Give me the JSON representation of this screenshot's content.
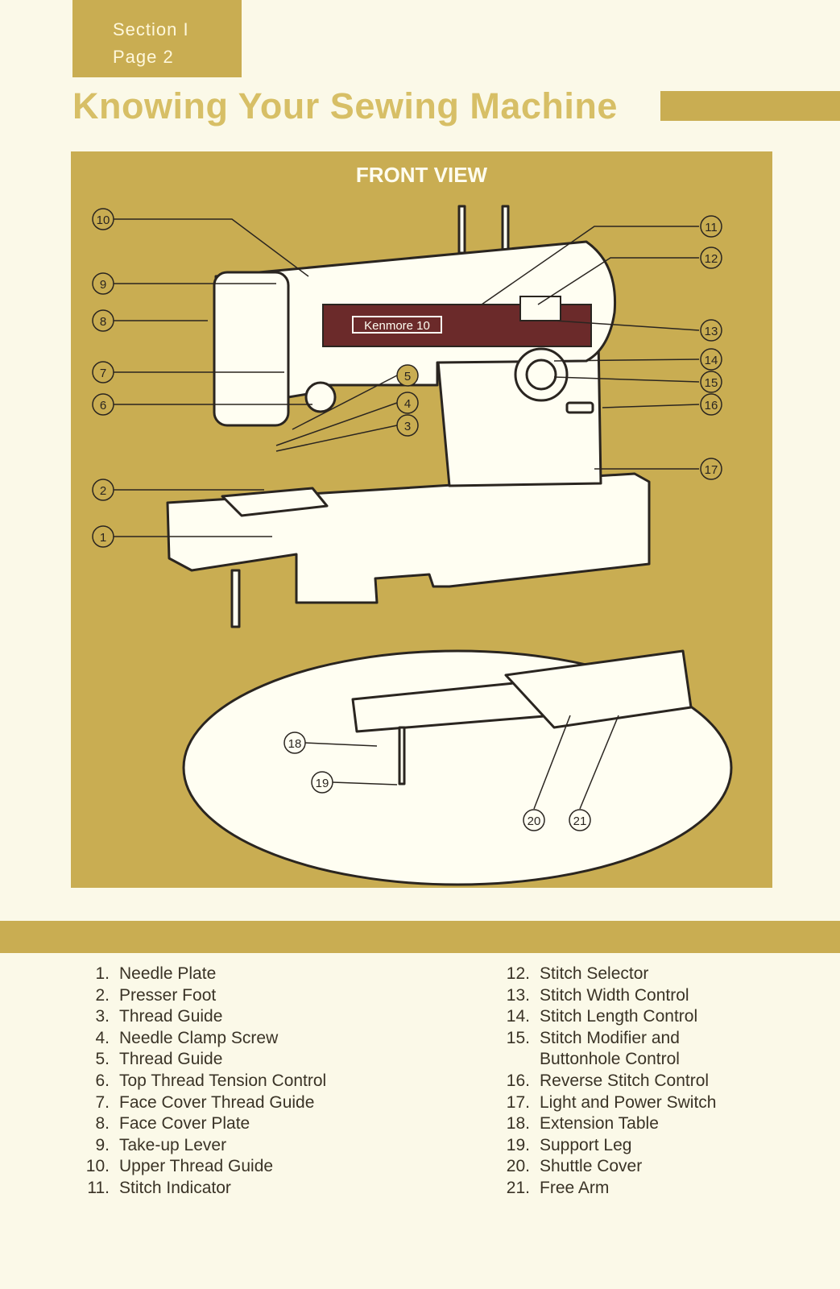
{
  "header": {
    "section_label": "Section  I",
    "page_label": "Page  2",
    "title": "Knowing Your Sewing Machine"
  },
  "figure": {
    "view_title": "FRONT VIEW",
    "brand_label": "Kenmore 10",
    "callouts": [
      "1",
      "2",
      "3",
      "4",
      "5",
      "6",
      "7",
      "8",
      "9",
      "10",
      "11",
      "12",
      "13",
      "14",
      "15",
      "16",
      "17",
      "18",
      "19",
      "20",
      "21"
    ]
  },
  "legend": {
    "left": [
      {
        "num": "1.",
        "text": "Needle Plate"
      },
      {
        "num": "2.",
        "text": "Presser Foot"
      },
      {
        "num": "3.",
        "text": "Thread Guide"
      },
      {
        "num": "4.",
        "text": "Needle Clamp Screw"
      },
      {
        "num": "5.",
        "text": "Thread Guide"
      },
      {
        "num": "6.",
        "text": "Top Thread Tension Control"
      },
      {
        "num": "7.",
        "text": "Face Cover Thread Guide"
      },
      {
        "num": "8.",
        "text": "Face Cover Plate"
      },
      {
        "num": "9.",
        "text": "Take-up Lever"
      },
      {
        "num": "10.",
        "text": "Upper Thread Guide"
      },
      {
        "num": "11.",
        "text": "Stitch Indicator"
      }
    ],
    "right": [
      {
        "num": "12.",
        "text": "Stitch Selector"
      },
      {
        "num": "13.",
        "text": "Stitch Width Control"
      },
      {
        "num": "14.",
        "text": "Stitch Length Control"
      },
      {
        "num": "15.",
        "text": "Stitch Modifier and\nButtonhole Control"
      },
      {
        "num": "16.",
        "text": "Reverse Stitch Control"
      },
      {
        "num": "17.",
        "text": "Light and Power Switch"
      },
      {
        "num": "18.",
        "text": "Extension Table"
      },
      {
        "num": "19.",
        "text": "Support Leg"
      },
      {
        "num": "20.",
        "text": "Shuttle Cover"
      },
      {
        "num": "21.",
        "text": "Free Arm"
      }
    ]
  },
  "colors": {
    "accent": "#c9ad52",
    "title": "#d7bf66",
    "paper": "#fbf9e8",
    "text": "#3a3326",
    "maroon": "#6b2a2a"
  }
}
